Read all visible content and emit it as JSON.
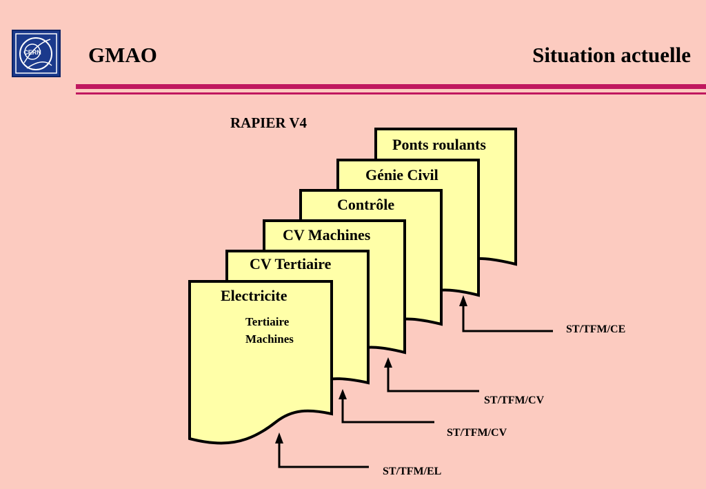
{
  "header": {
    "logo_text": "CERN",
    "title_left": "GMAO",
    "title_right": "Situation actuelle"
  },
  "diagram": {
    "caption": "RAPIER V4",
    "documents": [
      {
        "label": "Ponts roulants"
      },
      {
        "label": "Génie Civil"
      },
      {
        "label": "Contrôle"
      },
      {
        "label": "CV Machines"
      },
      {
        "label": "CV Tertiaire"
      },
      {
        "label": "Electricite",
        "items": [
          "Tertiaire",
          "Machines"
        ]
      }
    ],
    "arrows": [
      {
        "label": "ST/TFM/CE"
      },
      {
        "label": "ST/TFM/CV"
      },
      {
        "label": "ST/TFM/CV"
      },
      {
        "label": "ST/TFM/EL"
      }
    ]
  },
  "colors": {
    "background": "#fccbc0",
    "document_fill": "#ffffa8",
    "rule": "#c0185f",
    "logo_blue": "#1b3a8c"
  }
}
